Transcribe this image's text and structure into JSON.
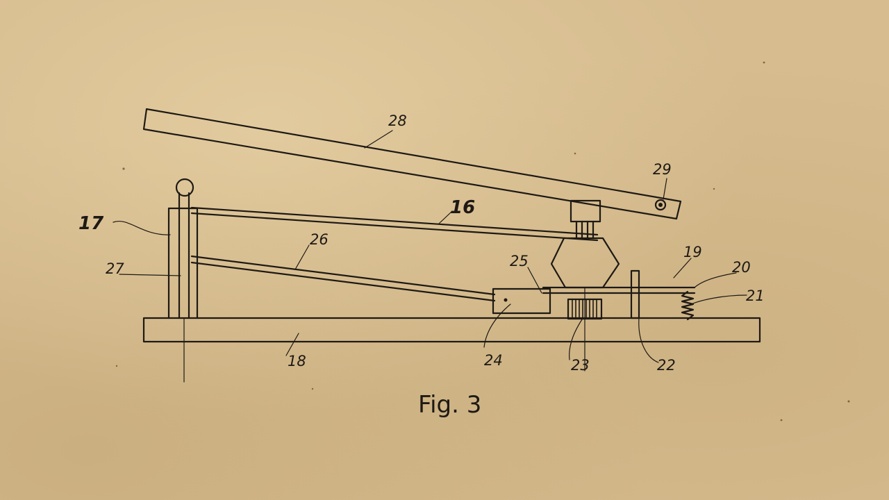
{
  "figure": {
    "caption": "Fig. 3",
    "labels": {
      "l16": "16",
      "l17": "17",
      "l18": "18",
      "l19": "19",
      "l20": "20",
      "l21": "21",
      "l22": "22",
      "l23": "23",
      "l24": "24",
      "l25": "25",
      "l26": "26",
      "l27": "27",
      "l28": "28",
      "l29": "29"
    }
  },
  "colors": {
    "paper": "#d6bc8f",
    "ink": "#1d1914"
  }
}
